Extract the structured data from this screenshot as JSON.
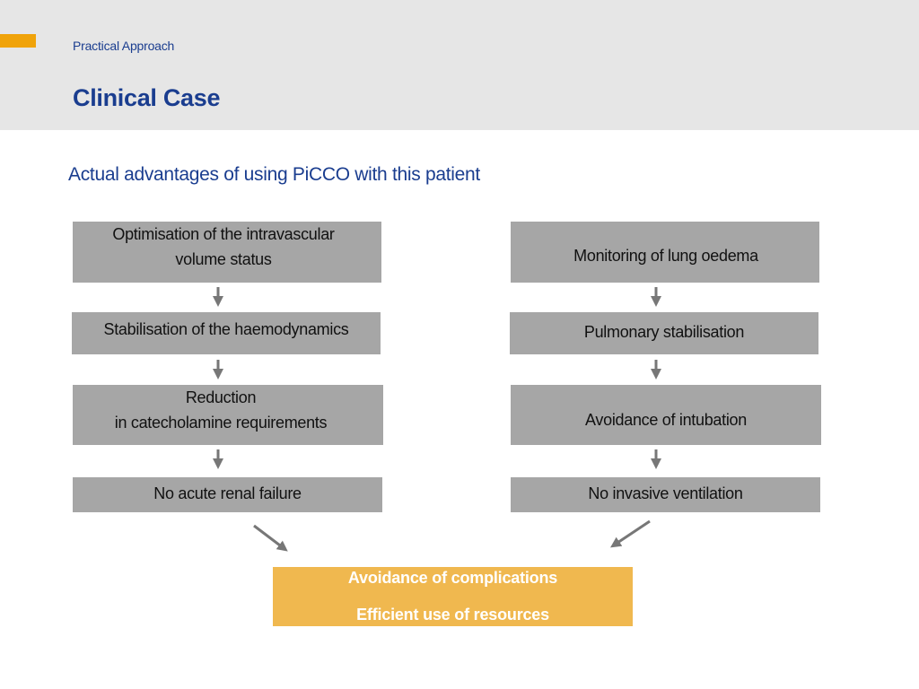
{
  "header": {
    "kicker": "Practical Approach",
    "title": "Clinical Case",
    "accent_color": "#f0a30a",
    "text_color": "#1a3d8f"
  },
  "subtitle": "Actual advantages of using PiCCO with this patient",
  "flow": {
    "left": [
      "Optimisation of the intravascular\nvolume status",
      "Stabilisation of the haemodynamics",
      "Reduction\nin catecholamine requirements",
      "No acute renal failure"
    ],
    "right": [
      "Monitoring of lung oedema",
      "Pulmonary stabilisation",
      "Avoidance of intubation",
      "No  invasive ventilation"
    ],
    "result": {
      "line1": "Avoidance of complications",
      "line2": "Efficient use of resources"
    },
    "box_color": "#a6a6a6",
    "result_color": "#f0b84f"
  }
}
